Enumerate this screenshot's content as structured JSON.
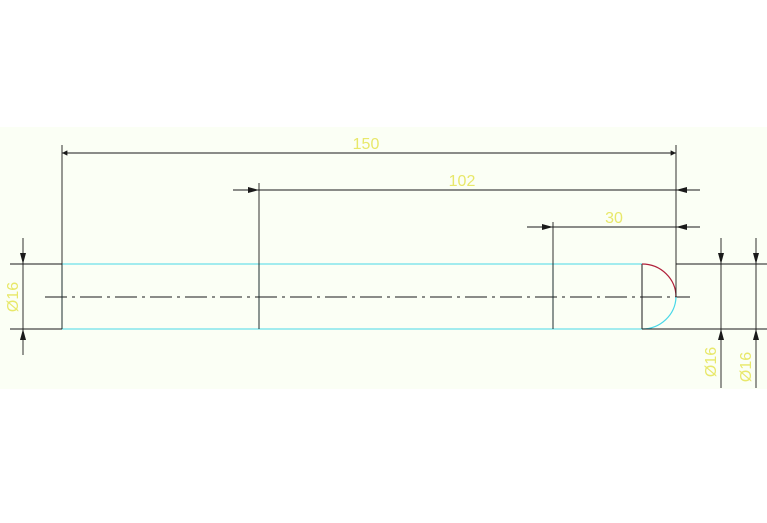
{
  "drawing": {
    "background_band_color": "#fbfff5",
    "dimension_text_color": "#e8e86a",
    "line_color": "#1a1a1a",
    "outline_color": "#48d8e8",
    "arc_color": "#b0203a",
    "dimensions": {
      "overall_length": "150",
      "middle_length": "102",
      "end_length": "30",
      "left_diameter": "Ø16",
      "right_diameter_1": "Ø16",
      "right_diameter_2": "Ø16"
    }
  }
}
